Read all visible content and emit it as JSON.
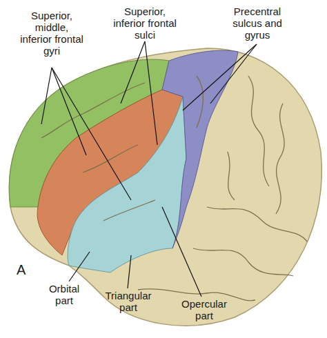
{
  "diagram": {
    "labels": [
      "Superior, middle, inferior frontal gyri",
      "Superior, inferior frontal sulci",
      "Precentral sulcus and gyrus",
      "A",
      "Orbital part",
      "Triangular part",
      "Opercular part"
    ]
  }
}
